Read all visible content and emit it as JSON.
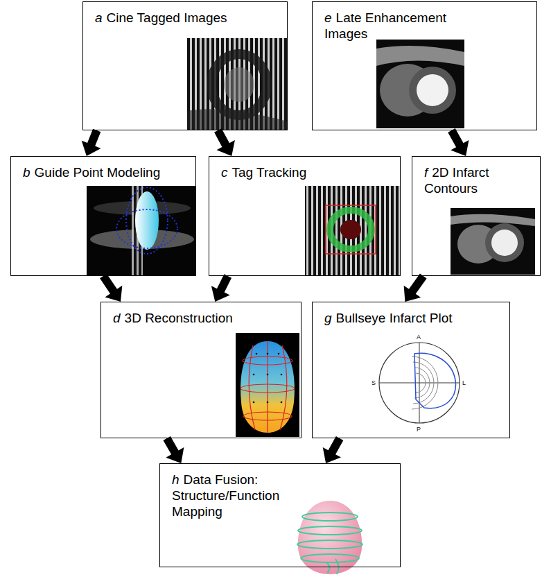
{
  "diagram": {
    "nodes": [
      {
        "text": [
          "a",
          "Cine Tagged Images"
        ]
      },
      {
        "text": [
          "e",
          "Late Enhancement Images"
        ]
      },
      {
        "text": [
          "b",
          "Guide Point Modeling"
        ]
      },
      {
        "text": [
          "c",
          "Tag Tracking"
        ]
      },
      {
        "text": [
          "f",
          "2D Infarct Contours"
        ]
      },
      {
        "text": [
          "d",
          "3D Reconstruction"
        ]
      },
      {
        "text": [
          "g",
          "Bullseye Infarct Plot"
        ]
      },
      {
        "text": [
          "h",
          "Data Fusion: Structure/Function Mapping"
        ]
      }
    ],
    "edges": [
      {
        "from": 0,
        "to": 2,
        "arrow": "to"
      },
      {
        "from": 0,
        "to": 3,
        "arrow": "to"
      },
      {
        "from": 1,
        "to": 4,
        "arrow": "to"
      },
      {
        "from": 2,
        "to": 5,
        "arrow": "to"
      },
      {
        "from": 3,
        "to": 5,
        "arrow": "to"
      },
      {
        "from": 4,
        "to": 6,
        "arrow": "to"
      },
      {
        "from": 5,
        "to": 7,
        "arrow": "to"
      },
      {
        "from": 6,
        "to": 7,
        "arrow": "to"
      }
    ],
    "labels": [
      "A",
      "S",
      "L",
      "P"
    ]
  }
}
